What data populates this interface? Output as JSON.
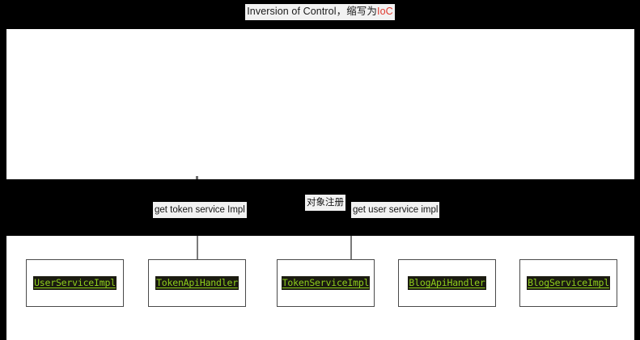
{
  "title": {
    "prefix": "Inversion of Control，缩写为",
    "accent": "IoC",
    "full": "Inversion of Control，缩写为IoC"
  },
  "middle_labels": [
    {
      "id": "get-token-service-impl",
      "text": "get token service Impl"
    },
    {
      "id": "object-registration",
      "text": "对象注册"
    },
    {
      "id": "get-user-service-impl",
      "text": "get user service impl"
    }
  ],
  "class_boxes": [
    {
      "id": "user-service-impl",
      "label": "UserServiceImpl"
    },
    {
      "id": "token-api-handler",
      "label": "TokenApiHandler"
    },
    {
      "id": "token-service-impl",
      "label": "TokenServiceImpl"
    },
    {
      "id": "blog-api-handler",
      "label": "BlogApiHandler"
    },
    {
      "id": "blog-service-impl",
      "label": "BlogServiceImpl"
    }
  ],
  "colors": {
    "background": "#000000",
    "panel": "#ffffff",
    "code_text": "#8ece1c",
    "code_background": "#1b1b10",
    "accent_red": "#e03a2f",
    "connector": "#7a7a7a",
    "box_border": "#4a4a4a"
  }
}
